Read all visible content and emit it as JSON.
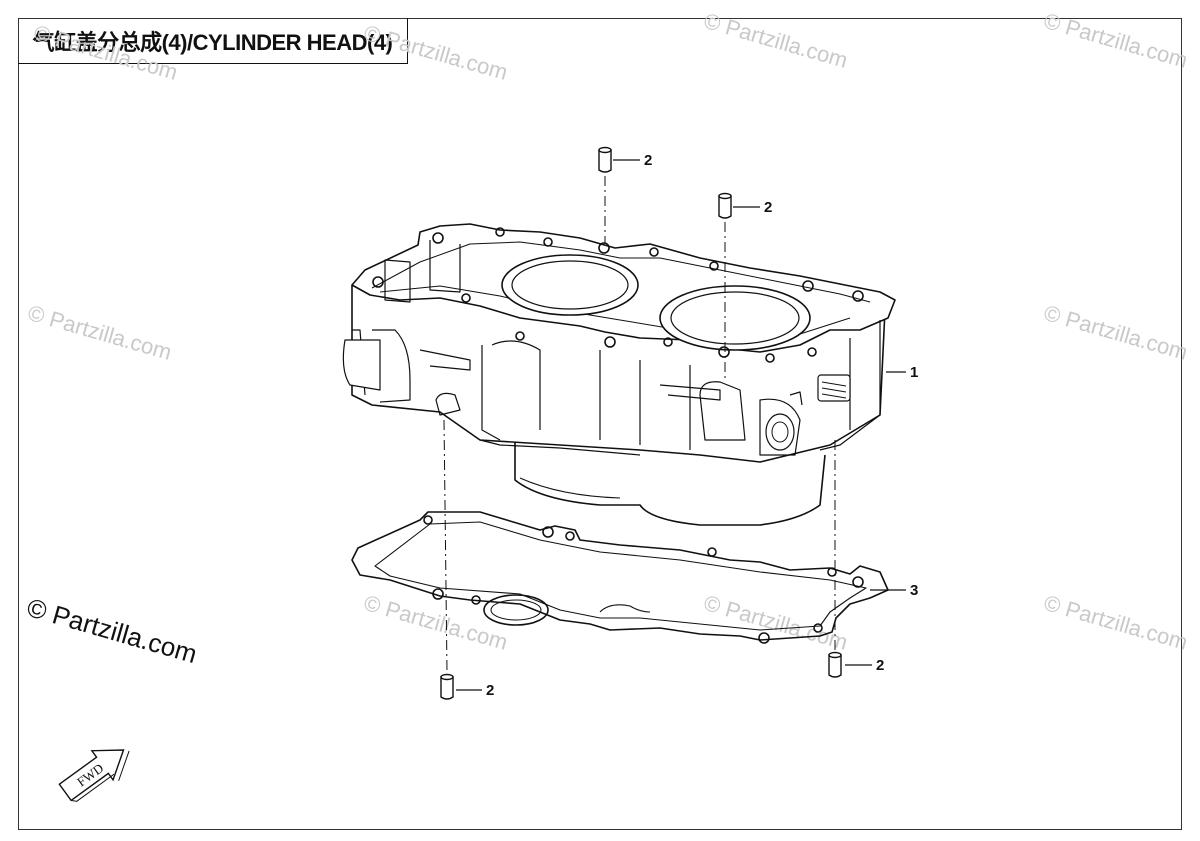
{
  "title": "气缸盖分总成(4)/CYLINDER HEAD(4)",
  "copyright": "© Partzilla.com",
  "watermark": "© Partzilla.com",
  "fwd_label": "FWD",
  "callouts": {
    "c1": "1",
    "c2a": "2",
    "c2b": "2",
    "c2c": "2",
    "c2d": "2",
    "c3": "3"
  },
  "icons": [
    "fwd-arrow-icon"
  ]
}
